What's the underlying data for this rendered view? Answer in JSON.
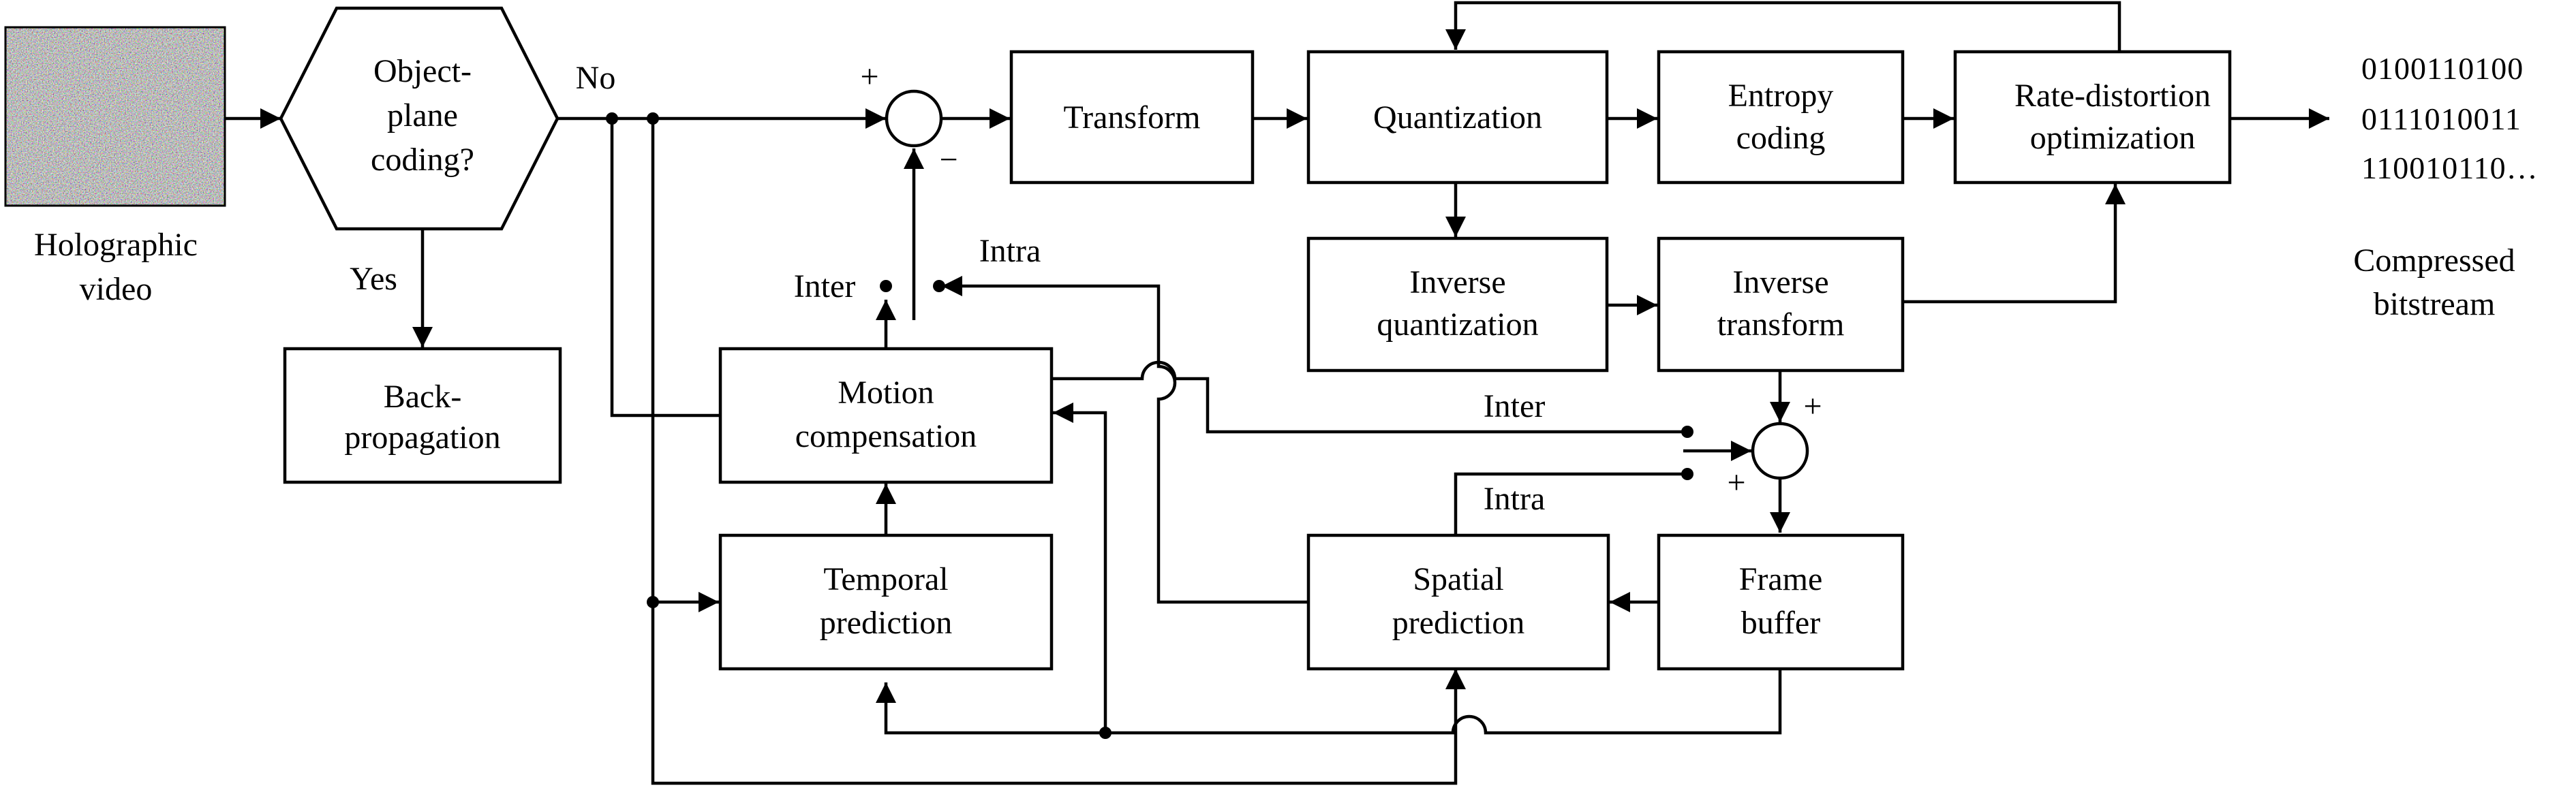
{
  "input": {
    "label_line1": "Holographic",
    "label_line2": "video"
  },
  "decision": {
    "line1": "Object-",
    "line2": "plane",
    "line3": "coding?",
    "yes_label": "Yes",
    "no_label": "No"
  },
  "blocks": {
    "backpropagation": {
      "line1": "Back-",
      "line2": "propagation"
    },
    "transform": {
      "line1": "Transform"
    },
    "quantization": {
      "line1": "Quantization"
    },
    "entropy_coding": {
      "line1": "Entropy",
      "line2": "coding"
    },
    "rate_distortion": {
      "line1": "Rate-distortion",
      "line2": "optimization"
    },
    "inverse_quantization": {
      "line1": "Inverse",
      "line2": "quantization"
    },
    "inverse_transform": {
      "line1": "Inverse",
      "line2": "transform"
    },
    "motion_compensation": {
      "line1": "Motion",
      "line2": "compensation"
    },
    "temporal_prediction": {
      "line1": "Temporal",
      "line2": "prediction"
    },
    "spatial_prediction": {
      "line1": "Spatial",
      "line2": "prediction"
    },
    "frame_buffer": {
      "line1": "Frame",
      "line2": "buffer"
    }
  },
  "summing_top": {
    "plus": "+",
    "minus": "−"
  },
  "summing_bottom": {
    "plus_top": "+",
    "plus_left": "+"
  },
  "switch_top": {
    "inter": "Inter",
    "intra": "Intra"
  },
  "switch_bottom": {
    "inter": "Inter",
    "intra": "Intra"
  },
  "output": {
    "bits_line1": "0100110100",
    "bits_line2": "0111010011",
    "bits_line3": "110010110…",
    "label_line1": "Compressed",
    "label_line2": "bitstream"
  }
}
